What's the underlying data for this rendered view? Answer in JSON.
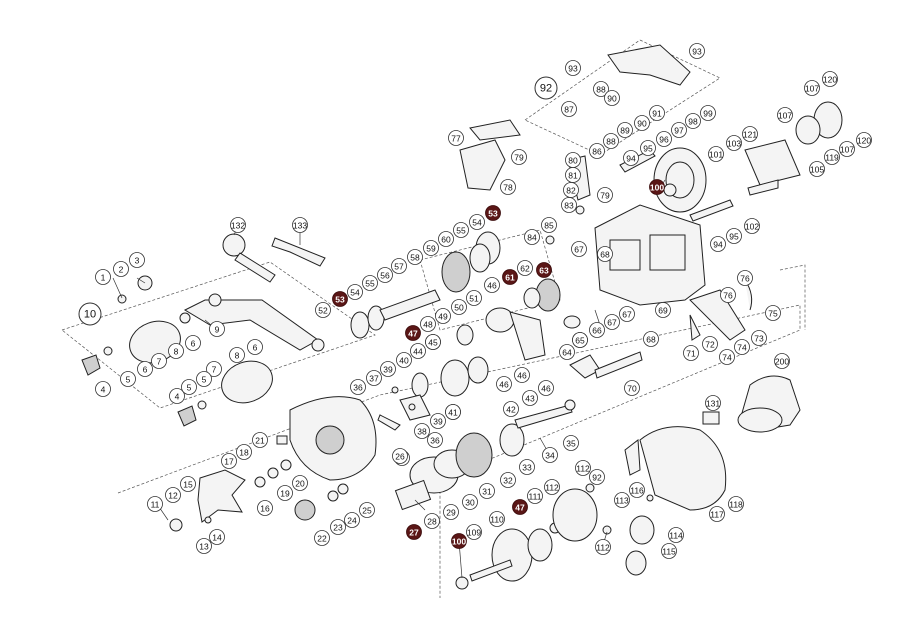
{
  "title": "",
  "colors": {
    "highlight": "#5a1616",
    "line": "#222222"
  },
  "callouts": [
    {
      "text": "1"
    },
    {
      "text": "2"
    },
    {
      "text": "3"
    },
    {
      "text": "10"
    },
    {
      "text": "9"
    },
    {
      "text": "4"
    },
    {
      "text": "5"
    },
    {
      "text": "6"
    },
    {
      "text": "7"
    },
    {
      "text": "8"
    },
    {
      "text": "6"
    },
    {
      "text": "7"
    },
    {
      "text": "8"
    },
    {
      "text": "6"
    },
    {
      "text": "4"
    },
    {
      "text": "5"
    },
    {
      "text": "5"
    },
    {
      "text": "132"
    },
    {
      "text": "133"
    },
    {
      "text": "11"
    },
    {
      "text": "12"
    },
    {
      "text": "13"
    },
    {
      "text": "14"
    },
    {
      "text": "15"
    },
    {
      "text": "16"
    },
    {
      "text": "17"
    },
    {
      "text": "18"
    },
    {
      "text": "19"
    },
    {
      "text": "20"
    },
    {
      "text": "21"
    },
    {
      "text": "22"
    },
    {
      "text": "23"
    },
    {
      "text": "24"
    },
    {
      "text": "25"
    },
    {
      "text": "26"
    },
    {
      "text": "27"
    },
    {
      "text": "28"
    },
    {
      "text": "29"
    },
    {
      "text": "30"
    },
    {
      "text": "31"
    },
    {
      "text": "32"
    },
    {
      "text": "33"
    },
    {
      "text": "34"
    },
    {
      "text": "35"
    },
    {
      "text": "36"
    },
    {
      "text": "36"
    },
    {
      "text": "37"
    },
    {
      "text": "38"
    },
    {
      "text": "39"
    },
    {
      "text": "39"
    },
    {
      "text": "40"
    },
    {
      "text": "41"
    },
    {
      "text": "42"
    },
    {
      "text": "43"
    },
    {
      "text": "44"
    },
    {
      "text": "45"
    },
    {
      "text": "46"
    },
    {
      "text": "46"
    },
    {
      "text": "46"
    },
    {
      "text": "46"
    },
    {
      "text": "47"
    },
    {
      "text": "47"
    },
    {
      "text": "48"
    },
    {
      "text": "49"
    },
    {
      "text": "50"
    },
    {
      "text": "51"
    },
    {
      "text": "52"
    },
    {
      "text": "53"
    },
    {
      "text": "53"
    },
    {
      "text": "54"
    },
    {
      "text": "54"
    },
    {
      "text": "55"
    },
    {
      "text": "55"
    },
    {
      "text": "56"
    },
    {
      "text": "57"
    },
    {
      "text": "58"
    },
    {
      "text": "59"
    },
    {
      "text": "60"
    },
    {
      "text": "61"
    },
    {
      "text": "62"
    },
    {
      "text": "63"
    },
    {
      "text": "64"
    },
    {
      "text": "65"
    },
    {
      "text": "66"
    },
    {
      "text": "67"
    },
    {
      "text": "67"
    },
    {
      "text": "67"
    },
    {
      "text": "68"
    },
    {
      "text": "68"
    },
    {
      "text": "69"
    },
    {
      "text": "70"
    },
    {
      "text": "71"
    },
    {
      "text": "72"
    },
    {
      "text": "73"
    },
    {
      "text": "74"
    },
    {
      "text": "74"
    },
    {
      "text": "75"
    },
    {
      "text": "76"
    },
    {
      "text": "76"
    },
    {
      "text": "77"
    },
    {
      "text": "78"
    },
    {
      "text": "79"
    },
    {
      "text": "79"
    },
    {
      "text": "80"
    },
    {
      "text": "81"
    },
    {
      "text": "82"
    },
    {
      "text": "83"
    },
    {
      "text": "84"
    },
    {
      "text": "85"
    },
    {
      "text": "86"
    },
    {
      "text": "87"
    },
    {
      "text": "88"
    },
    {
      "text": "88"
    },
    {
      "text": "89"
    },
    {
      "text": "90"
    },
    {
      "text": "90"
    },
    {
      "text": "91"
    },
    {
      "text": "92"
    },
    {
      "text": "92"
    },
    {
      "text": "93"
    },
    {
      "text": "93"
    },
    {
      "text": "94"
    },
    {
      "text": "94"
    },
    {
      "text": "95"
    },
    {
      "text": "95"
    },
    {
      "text": "96"
    },
    {
      "text": "97"
    },
    {
      "text": "98"
    },
    {
      "text": "99"
    },
    {
      "text": "100"
    },
    {
      "text": "100"
    },
    {
      "text": "101"
    },
    {
      "text": "102"
    },
    {
      "text": "103"
    },
    {
      "text": "105"
    },
    {
      "text": "107"
    },
    {
      "text": "107"
    },
    {
      "text": "107"
    },
    {
      "text": "109"
    },
    {
      "text": "110"
    },
    {
      "text": "111"
    },
    {
      "text": "112"
    },
    {
      "text": "112"
    },
    {
      "text": "112"
    },
    {
      "text": "113"
    },
    {
      "text": "114"
    },
    {
      "text": "115"
    },
    {
      "text": "116"
    },
    {
      "text": "117"
    },
    {
      "text": "118"
    },
    {
      "text": "119"
    },
    {
      "text": "120"
    },
    {
      "text": "120"
    },
    {
      "text": "121"
    },
    {
      "text": "131"
    },
    {
      "text": "200"
    },
    {
      "text": "26"
    },
    {
      "text": "65"
    },
    {
      "text": "45"
    },
    {
      "text": "41"
    }
  ]
}
